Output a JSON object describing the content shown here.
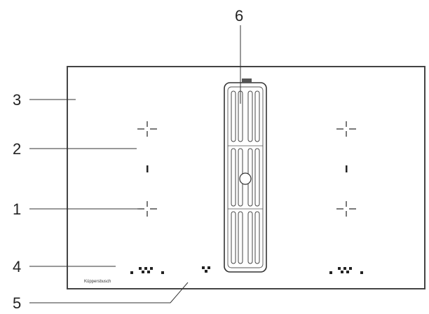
{
  "diagram": {
    "callouts": [
      {
        "id": "1",
        "label": "1"
      },
      {
        "id": "2",
        "label": "2"
      },
      {
        "id": "3",
        "label": "3"
      },
      {
        "id": "4",
        "label": "4"
      },
      {
        "id": "5",
        "label": "5"
      },
      {
        "id": "6",
        "label": "6"
      }
    ],
    "brand_text": "Küppersbusch"
  }
}
